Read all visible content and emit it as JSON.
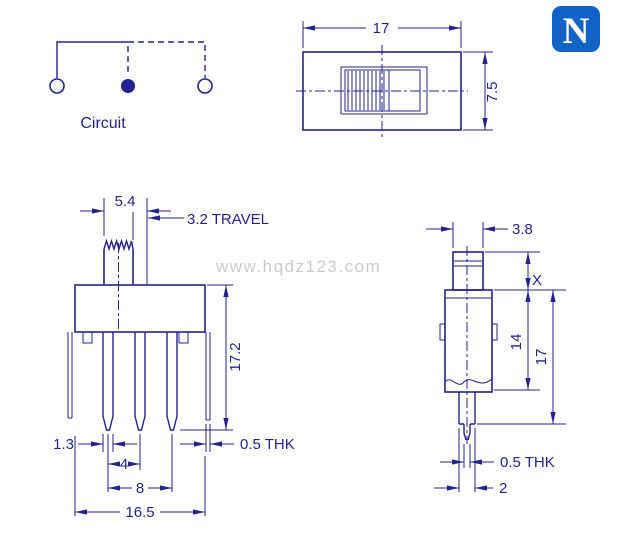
{
  "logo": {
    "letter": "N"
  },
  "watermark": "www.hqdz123.com",
  "circuit": {
    "label": "Circuit"
  },
  "top_view": {
    "width": "17",
    "height": "7.5"
  },
  "front_view": {
    "knob_width": "5.4",
    "travel": "3.2 TRAVEL",
    "height": "17.2",
    "pin_width": "1.3",
    "thickness": "0.5 THK",
    "pitch": "4",
    "span": "8",
    "total_width": "16.5"
  },
  "side_view": {
    "knob_width": "3.8",
    "actuator_height": "X",
    "body_height": "14",
    "total_height": "17",
    "thickness": "0.5 THK",
    "pin_depth": "2"
  },
  "colors": {
    "ink": "#23238f",
    "watermark": "#cccccc",
    "logo": "#1363c6"
  }
}
